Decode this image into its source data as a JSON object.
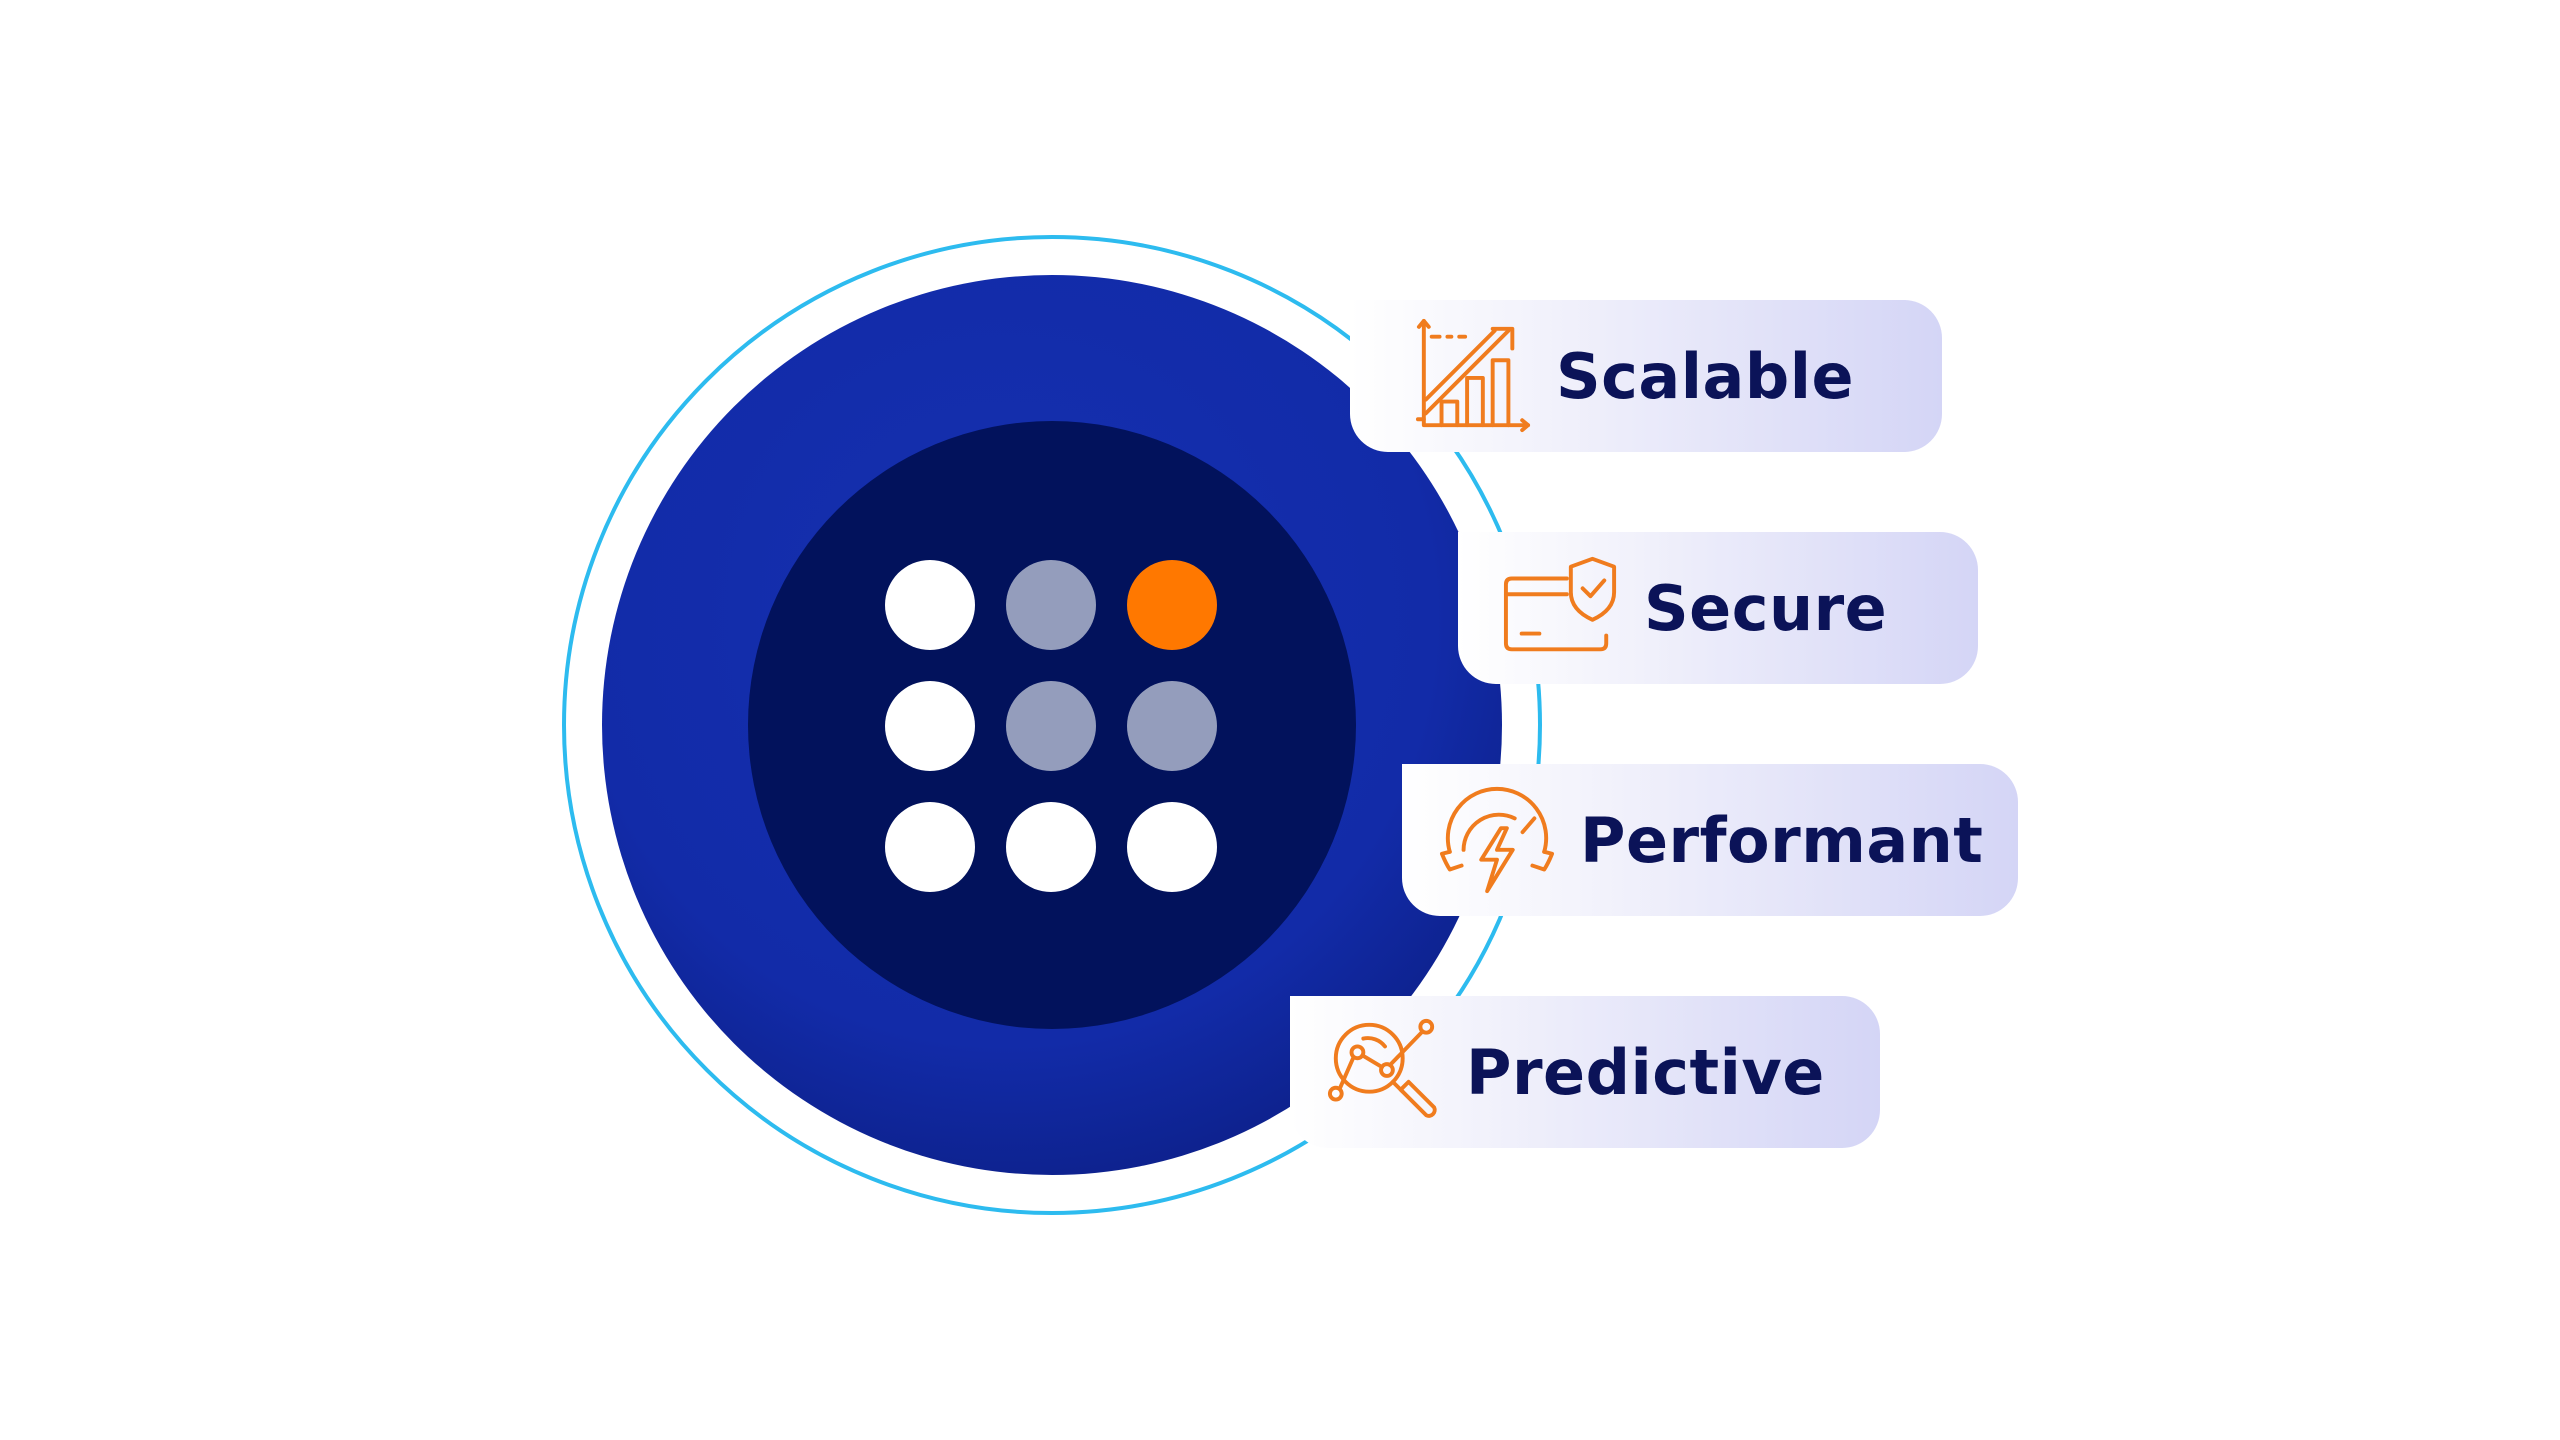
{
  "colors": {
    "outer_ring": "#2dbbef",
    "outer_disc": "#122ba8",
    "inner_disc": "#02125c",
    "dot_white": "#ffffff",
    "dot_gray": "#949dbc",
    "dot_accent": "#ff7800",
    "icon_orange": "#f07c1e",
    "label_text": "#0b1358"
  },
  "logo_grid": {
    "rows": [
      [
        "white",
        "gray",
        "orange"
      ],
      [
        "white",
        "gray",
        "gray"
      ],
      [
        "white",
        "white",
        "white"
      ]
    ]
  },
  "features": [
    {
      "label": "Scalable",
      "icon": "growth-chart-icon"
    },
    {
      "label": "Secure",
      "icon": "shield-window-icon"
    },
    {
      "label": "Performant",
      "icon": "speedometer-bolt-icon"
    },
    {
      "label": "Predictive",
      "icon": "magnifier-analytics-icon"
    }
  ]
}
